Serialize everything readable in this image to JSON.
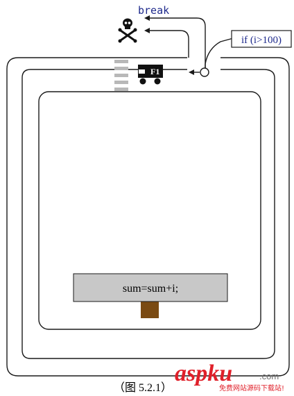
{
  "diagram": {
    "break_label": "break",
    "condition_label": "if (i>100)",
    "car_label": "F1",
    "statement_label": "sum=sum+i;",
    "caption": "（图 5.2.1）"
  },
  "watermark": {
    "brand_text": "aspku",
    "brand_suffix": ".com",
    "tagline": "免费网站源码下载站!"
  },
  "colors": {
    "track_line": "#1a1a1a",
    "statement_fill": "#c8c8c8",
    "post_fill": "#7a4a12",
    "label_blue": "#1e2a8c",
    "watermark_red": "#e0202a",
    "watermark_grey": "#6f6f6f"
  },
  "icons": [
    "skull-crossbones-icon",
    "car-icon",
    "junction-icon",
    "arrow-left-icon"
  ]
}
